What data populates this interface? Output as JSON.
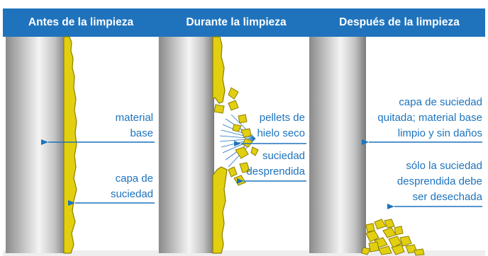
{
  "columns": [
    {
      "header": "Antes de la limpieza"
    },
    {
      "header": "Durante la limpieza"
    },
    {
      "header": "Después de la limpieza"
    }
  ],
  "labels": {
    "before_base": [
      "material",
      "base"
    ],
    "before_dirt": [
      "capa de",
      "suciedad"
    ],
    "during_pellets": [
      "pellets de",
      "hielo seco"
    ],
    "during_dirt": [
      "suciedad",
      "desprendida"
    ],
    "after_removed": [
      "capa de suciedad",
      "quitada; material base",
      "limpio y sin daños"
    ],
    "after_dispose": [
      "sólo la suciedad",
      "desprendida debe",
      "ser desechada"
    ]
  },
  "colors": {
    "header_bg": "#1f73bd",
    "label_text": "#1d73bd",
    "arrow": "#1d73bd",
    "dirt_fill": "#e2cf10",
    "dirt_stroke": "#8e7f00",
    "column_metal_light": "#f2f2f2",
    "column_metal_dark": "#7a7a7a",
    "background_panel": "#eeeeee"
  }
}
